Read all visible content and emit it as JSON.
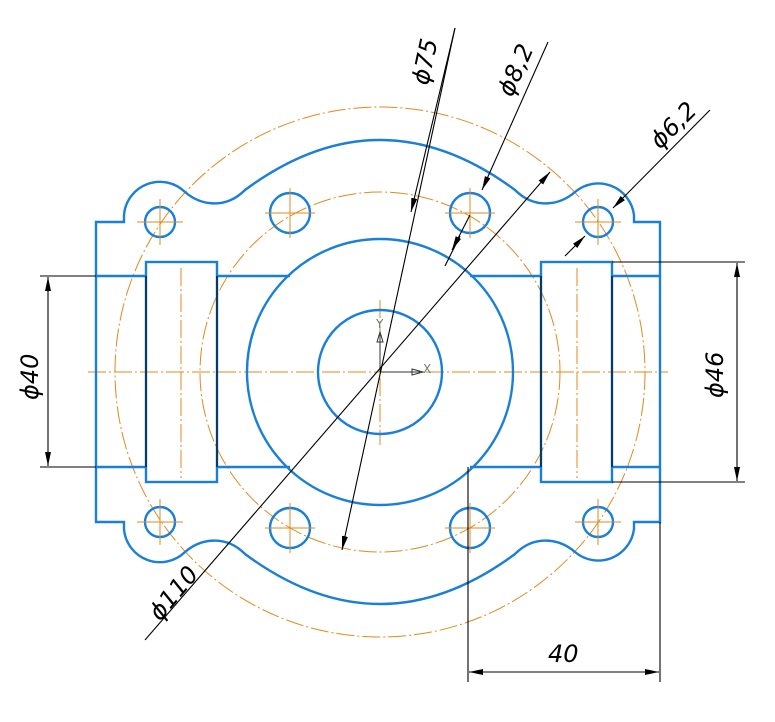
{
  "drawing": {
    "dimensions": {
      "d110": "ϕ110",
      "d75": "ϕ75",
      "d8_2": "ϕ8,2",
      "d6_2": "ϕ6,2",
      "d40": "ϕ40",
      "d46": "ϕ46",
      "len40": "40"
    },
    "axes": {
      "x": "X",
      "y": "Y"
    },
    "colors": {
      "contour": "#1a7fd6",
      "centerline": "#e08a1e",
      "dimension": "#000000"
    }
  }
}
